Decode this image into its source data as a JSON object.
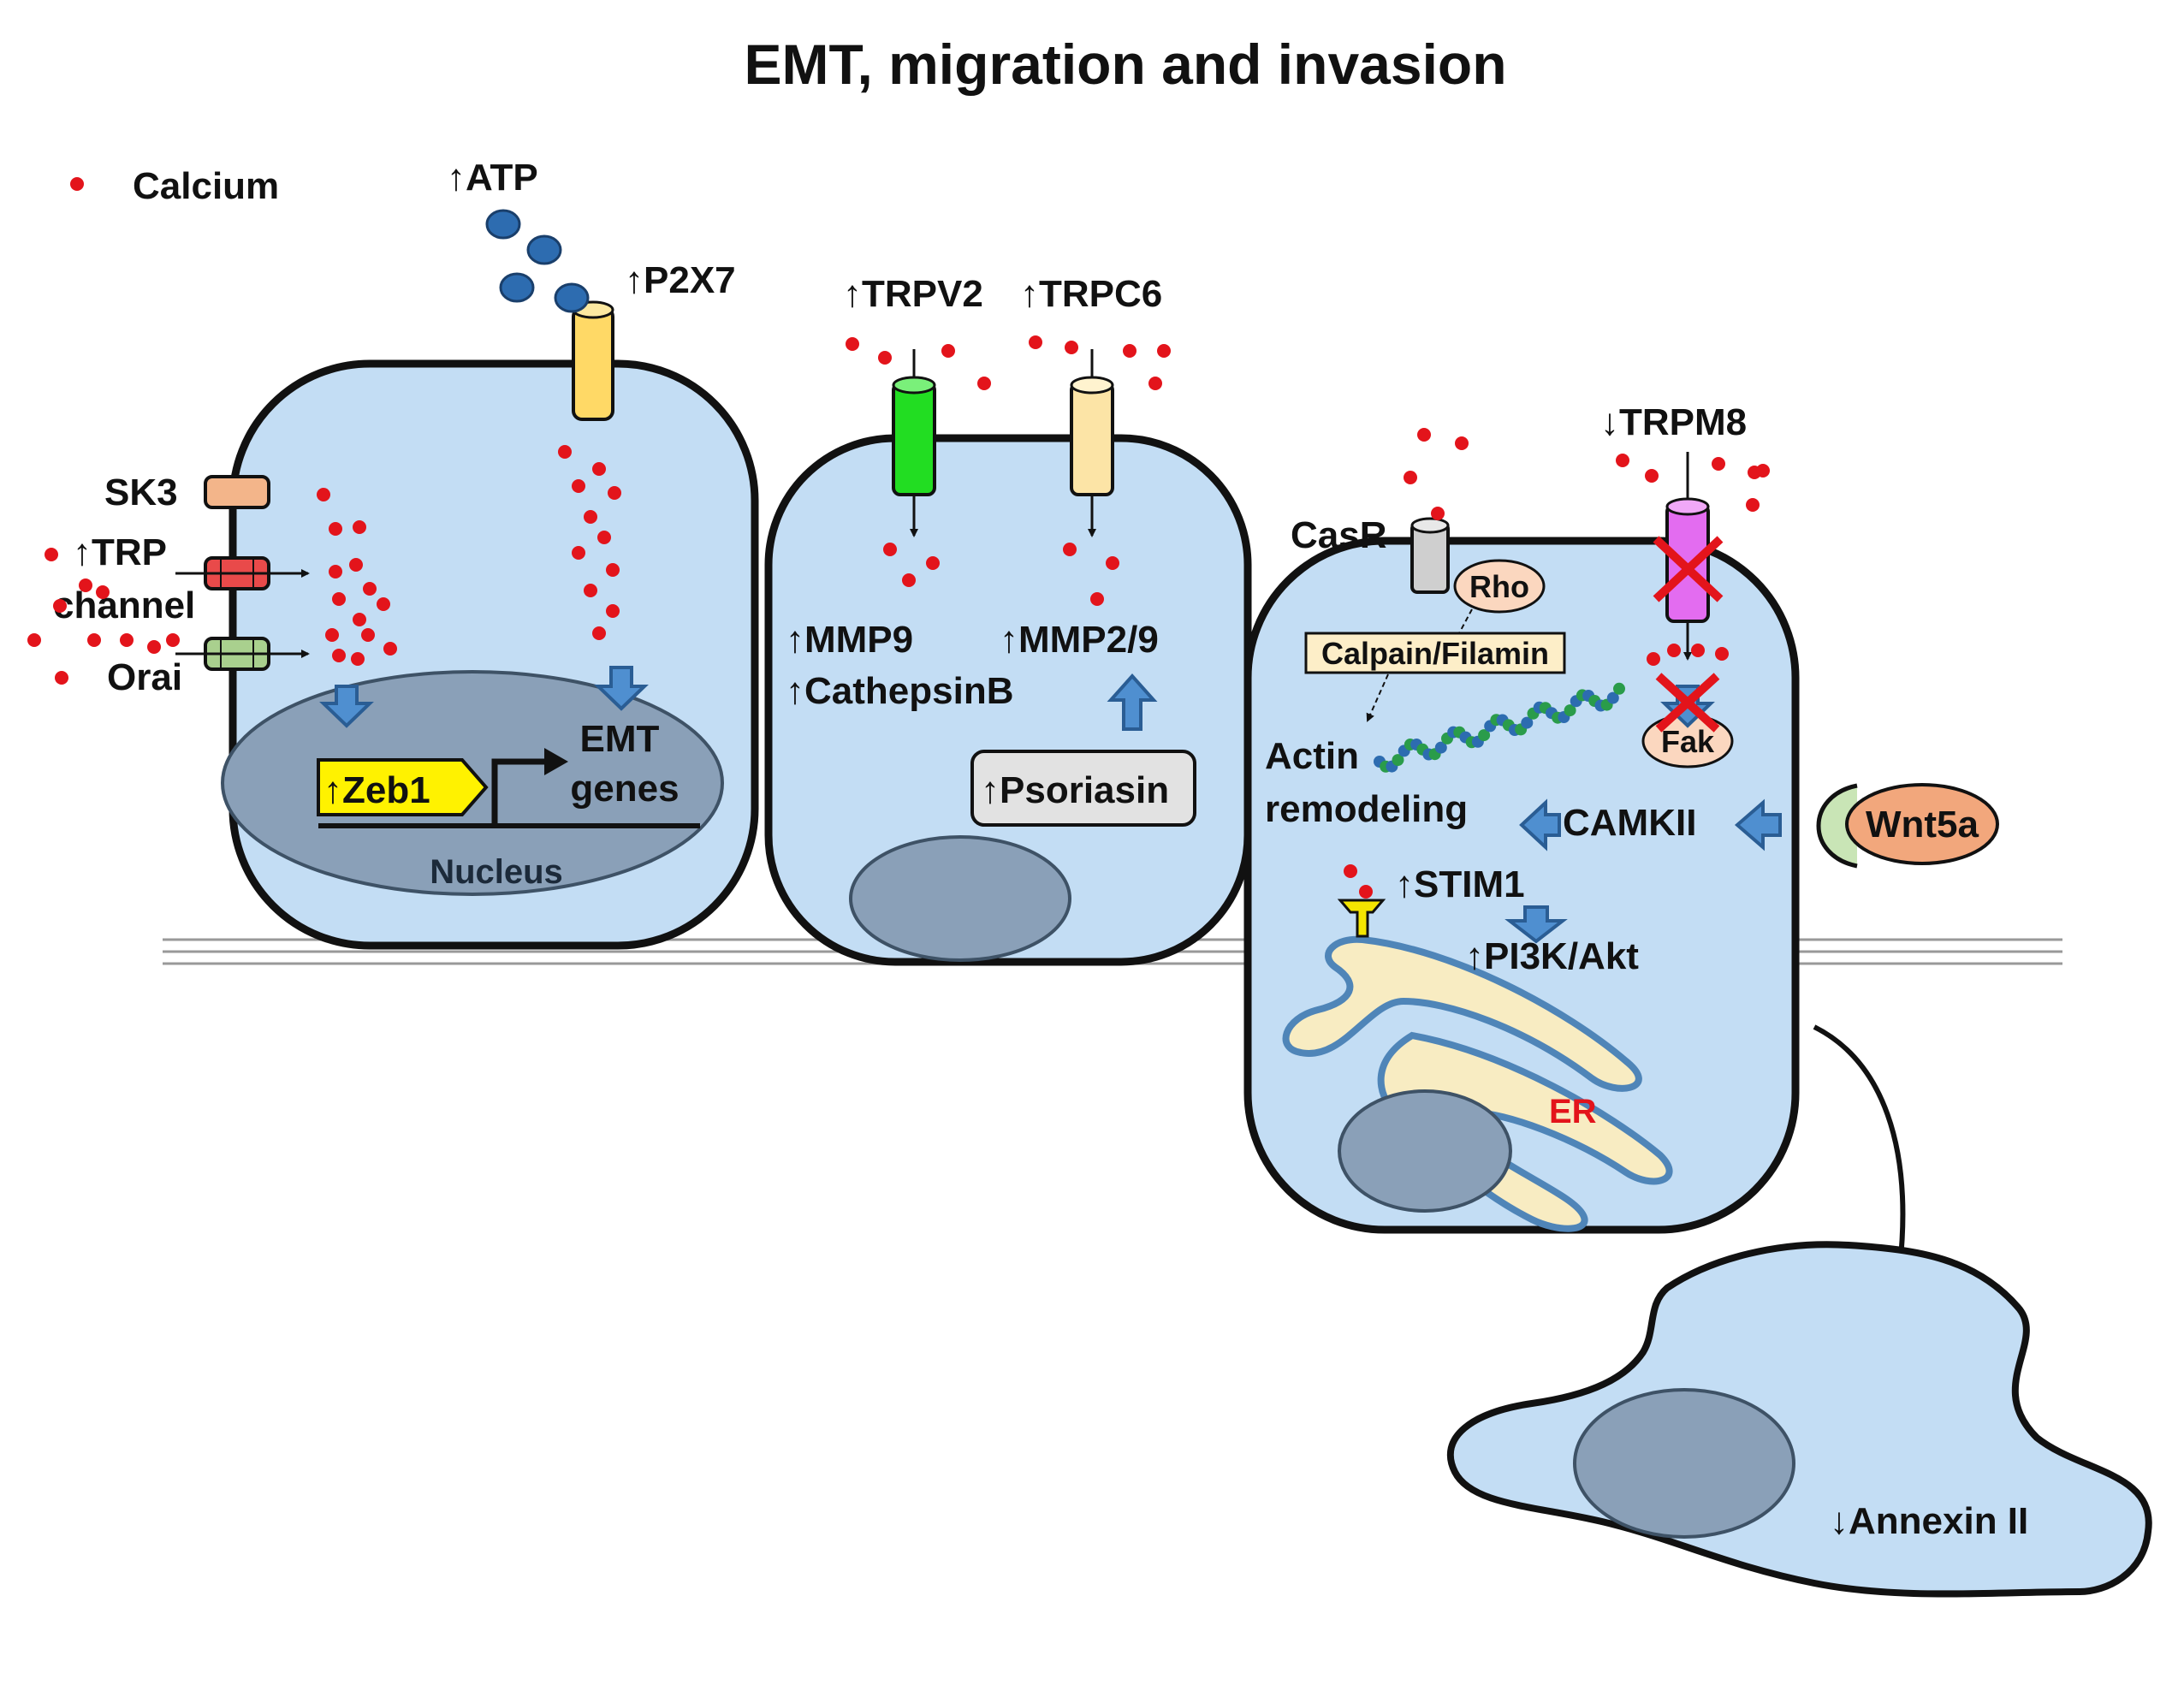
{
  "title": "EMT, migration and invasion",
  "legend": {
    "calcium": "Calcium"
  },
  "cell1": {
    "atp": "↑ATP",
    "p2x7": "↑P2X7",
    "sk3": "SK3",
    "trp_line1": "↑TRP",
    "trp_line2": "channel",
    "orai": "Orai",
    "zeb1": "↑Zeb1",
    "emt_line1": "EMT",
    "emt_line2": "genes",
    "nucleus": "Nucleus"
  },
  "cell2": {
    "trpv2": "↑TRPV2",
    "trpc6": "↑TRPC6",
    "mmp9": "↑MMP9",
    "cathepsin": "↑CathepsinB",
    "mmp29": "↑MMP2/9",
    "psoriasin": "↑Psoriasin"
  },
  "cell3": {
    "casr": "CasR",
    "rho": "Rho",
    "calpain": "Calpain/Filamin",
    "actin_line1": "Actin",
    "actin_line2": "remodeling",
    "trpm8": "↓TRPM8",
    "fak": "Fak",
    "wnt5a": "Wnt5a",
    "camkii": "CAMKII",
    "stim1": "↑STIM1",
    "pi3k": "↑PI3K/Akt",
    "er": "ER"
  },
  "cell4": {
    "annexin": "↓Annexin II"
  },
  "colors": {
    "cell_fill": "#c3ddf4",
    "calcium_dot": "#e3141b",
    "zeb1_box": "#fff200",
    "p2x7_channel": "#ffd966",
    "trpv2_channel": "#22dd22",
    "trpc6_channel": "#fce4a6",
    "trpm8_channel": "#e36cf0",
    "er_fill": "#f8ecc2",
    "wnt5a": "#f2a77c",
    "blue_arrow": "#4f8fd0"
  }
}
